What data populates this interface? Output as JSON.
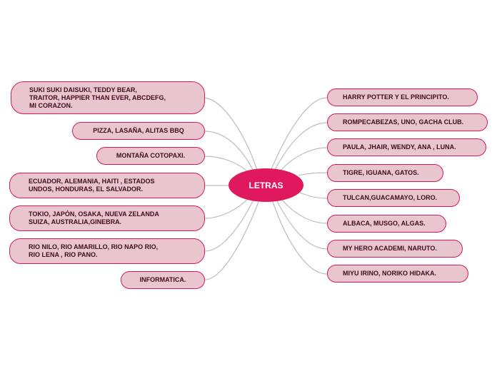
{
  "map": {
    "center": "LETRAS",
    "left_topics": [
      "SUKI SUKI DAISUKI, TEDDY BEAR,\nTRAITOR, HAPPIER THAN EVER, ABCDEFG,\nMI CORAZON.",
      "PIZZA, LASAÑA, ALITAS BBQ",
      "MONTAÑA COTOPAXI.",
      "ECUADOR, ALEMANIA, HAITI , ESTADOS\nUNDOS, HONDURAS, EL SALVADOR.",
      "TOKIO, JAPÓN, OSAKA, NUEVA ZELANDA\nSUIZA, AUSTRALIA,GINEBRA.",
      "RIO NILO, RIO AMARILLO, RIO NAPO RIO,\nRIO LENA , RIO PANO.",
      "INFORMATICA."
    ],
    "right_topics": [
      "HARRY POTTER Y EL PRINCIPITO.",
      "ROMPECABEZAS, UNO, GACHA CLUB.",
      "PAULA, JHAIR, WENDY, ANA , LUNA.",
      "TIGRE, IGUANA, GATOS.",
      "TULCAN,GUACAMAYO, LORO.",
      "ALBACA, MUSGO, ALGAS.",
      "MY HERO ACADEMI, NARUTO.",
      "MIYU IRINO, NORIKO HIDAKA."
    ]
  },
  "colors": {
    "center_fill": "#e0195e",
    "topic_fill": "#e9c6cd",
    "topic_border": "#d61a5b",
    "connector": "#b8b8b8",
    "topic_text": "#3d0d1b"
  }
}
